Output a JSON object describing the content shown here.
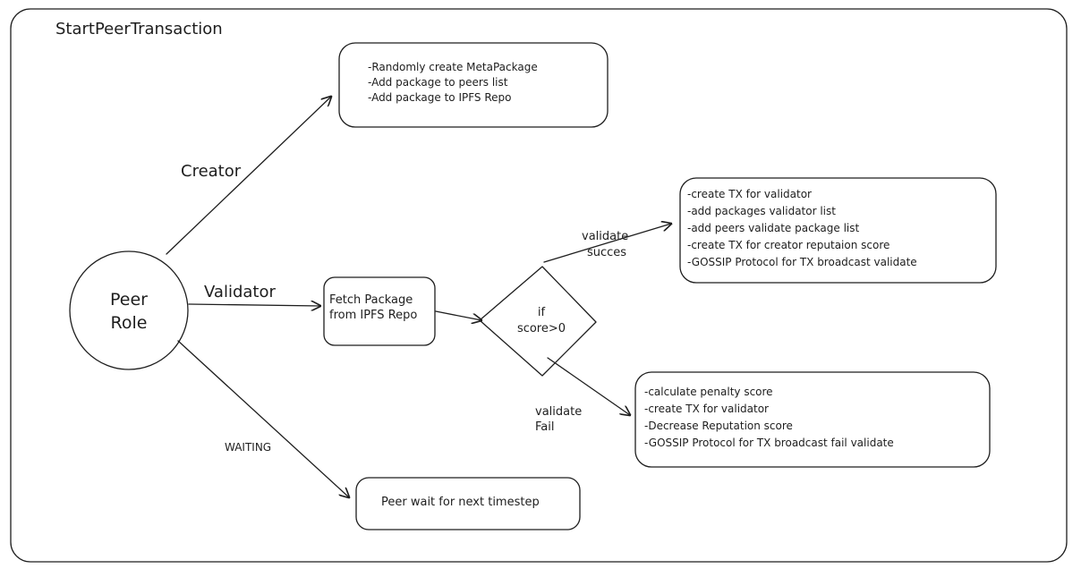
{
  "frame": {
    "title": "StartPeerTransaction"
  },
  "role_node": {
    "line1": "Peer",
    "line2": "Role"
  },
  "edges": {
    "creator": "Creator",
    "validator": "Validator",
    "waiting": "WAITING",
    "validate_success": {
      "line1": "validate",
      "line2": "succes"
    },
    "validate_fail": {
      "line1": "validate",
      "line2": "Fail"
    }
  },
  "creator_box": {
    "lines": [
      "-Randomly create MetaPackage",
      "-Add package to peers list",
      "-Add package to IPFS Repo"
    ]
  },
  "fetch_box": {
    "line1": "Fetch Package",
    "line2": "from IPFS Repo"
  },
  "decision": {
    "line1": "if",
    "line2": "score>0"
  },
  "success_box": {
    "lines": [
      "-create TX for validator",
      "-add packages validator list",
      "-add peers validate package list",
      "-create TX for creator reputaion score",
      "-GOSSIP Protocol for TX broadcast validate"
    ]
  },
  "fail_box": {
    "lines": [
      "-calculate penalty score",
      "-create TX for validator",
      "-Decrease Reputation score",
      "-GOSSIP Protocol for TX broadcast fail validate"
    ]
  },
  "wait_box": {
    "label": "Peer wait for next timestep"
  }
}
